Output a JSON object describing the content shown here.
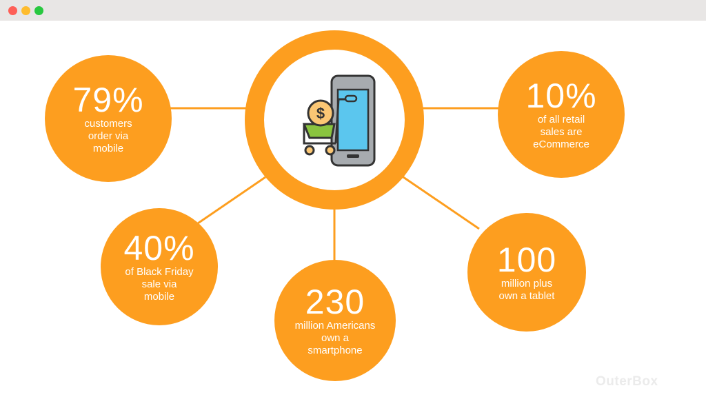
{
  "window": {
    "controls": [
      {
        "name": "close",
        "color": "#fe5f57"
      },
      {
        "name": "minimize",
        "color": "#febc2e"
      },
      {
        "name": "maximize",
        "color": "#28c840"
      }
    ]
  },
  "colors": {
    "accent": "#fd9e1f",
    "text_on_accent": "#ffffff",
    "phone_screen": "#5bc6ee",
    "phone_body": "#a7abaf",
    "coin": "#fbc774",
    "cart_basket": "#8ac43f"
  },
  "hub": {
    "icon": "mobile-shopping-cart-icon"
  },
  "stats": [
    {
      "id": "customers-mobile",
      "value": "79%",
      "caption": [
        "customers",
        "order via",
        "mobile"
      ]
    },
    {
      "id": "retail-ecommerce",
      "value": "10%",
      "caption": [
        "of all retail",
        "sales are",
        "eCommerce"
      ]
    },
    {
      "id": "black-friday",
      "value": "40%",
      "caption": [
        "of Black Friday",
        "sale via",
        "mobile"
      ]
    },
    {
      "id": "smartphone-owners",
      "value": "230",
      "caption": [
        "million Americans",
        "own a",
        "smartphone"
      ]
    },
    {
      "id": "tablet-owners",
      "value": "100",
      "caption": [
        "million plus",
        "own a tablet"
      ]
    }
  ],
  "watermark": "OuterBox"
}
